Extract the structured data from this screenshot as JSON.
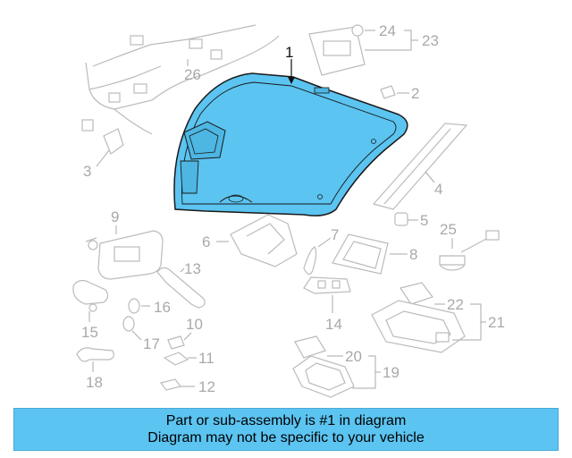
{
  "diagram": {
    "callouts": {
      "n1": "1",
      "n2": "2",
      "n3": "3",
      "n4": "4",
      "n5": "5",
      "n6": "6",
      "n7": "7",
      "n8": "8",
      "n9": "9",
      "n10": "10",
      "n11": "11",
      "n12": "12",
      "n13": "13",
      "n14": "14",
      "n15": "15",
      "n16": "16",
      "n17": "17",
      "n18": "18",
      "n19": "19",
      "n20": "20",
      "n21": "21",
      "n22": "22",
      "n23": "23",
      "n24": "24",
      "n25": "25",
      "n26": "26"
    },
    "highlight_color": "#5bc4f1",
    "highlighted_part": "1"
  },
  "banner": {
    "line1": "Part or sub-assembly is #1 in diagram",
    "line2": "Diagram may not be specific to your vehicle",
    "background": "#5bc4f1"
  }
}
